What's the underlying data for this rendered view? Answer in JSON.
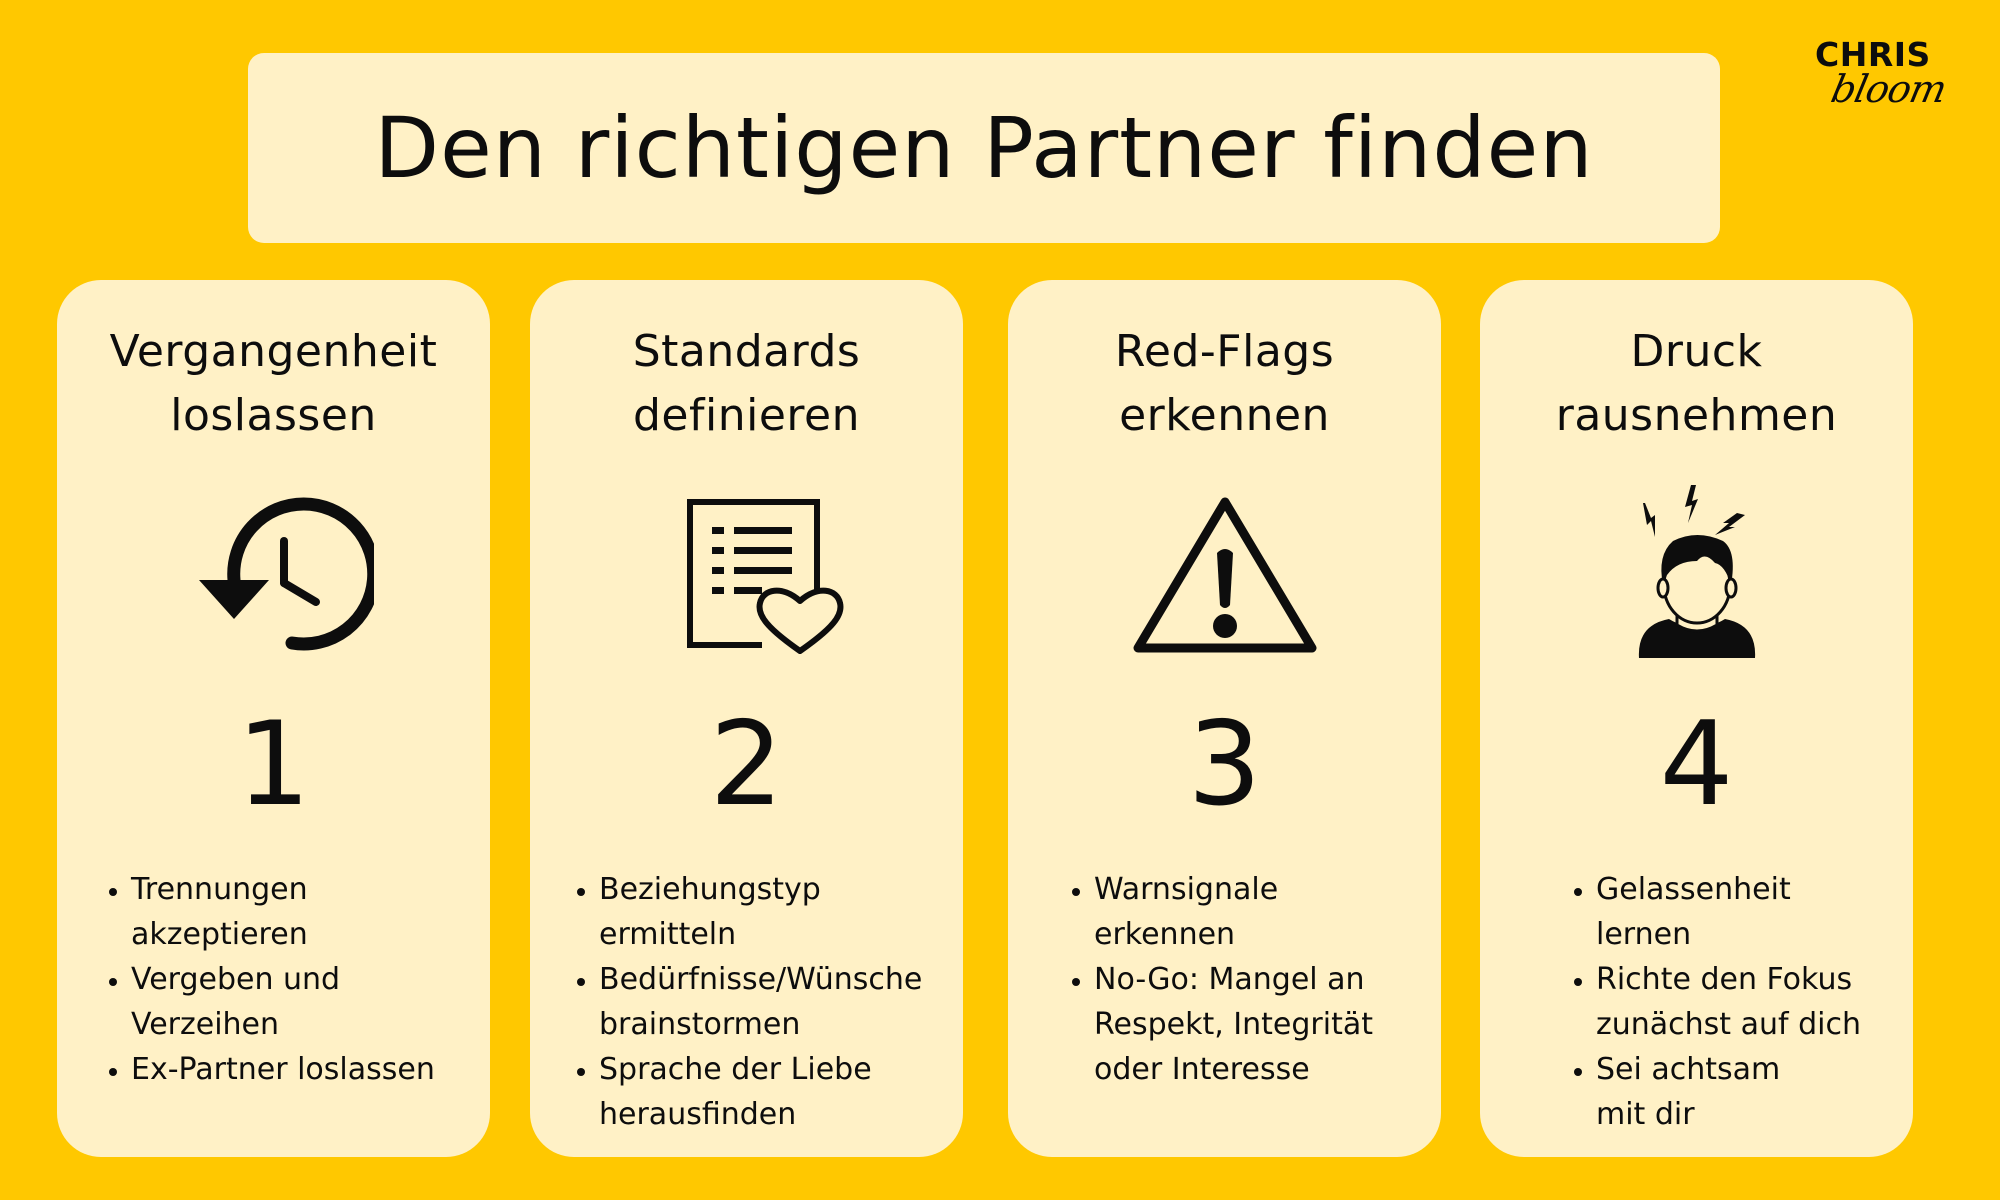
{
  "colors": {
    "background": "#FFC800",
    "panel": "#FFF1C6",
    "text": "#0D0D0D"
  },
  "header": {
    "title": "Den richtigen Partner finden"
  },
  "logo": {
    "line1": "CHRIS",
    "line2": "bloom"
  },
  "cards": [
    {
      "title_line1": "Vergangenheit",
      "title_line2": "loslassen",
      "icon": "history-clock-icon",
      "number": "1",
      "bullets": [
        "Trennungen akzeptieren",
        "Vergeben und Verzeihen",
        "Ex-Partner loslassen"
      ]
    },
    {
      "title_line1": "Standards",
      "title_line2": "definieren",
      "icon": "document-list-heart-icon",
      "number": "2",
      "bullets": [
        "Beziehungstyp ermitteln",
        "Bedürfnisse/Wünsche brainstormen",
        "Sprache der Liebe herausfinden"
      ]
    },
    {
      "title_line1": "Red-Flags",
      "title_line2": "erkennen",
      "icon": "warning-triangle-icon",
      "number": "3",
      "bullets": [
        "Warnsignale erkennen",
        "No-Go: Mangel an Respekt, Integrität oder Interesse"
      ]
    },
    {
      "title_line1": "Druck",
      "title_line2": "rausnehmen",
      "icon": "stressed-person-icon",
      "number": "4",
      "bullets": [
        "Gelassenheit lernen",
        "Richte den Fokus zunächst auf dich",
        "Sei achtsam mit dir"
      ]
    }
  ]
}
